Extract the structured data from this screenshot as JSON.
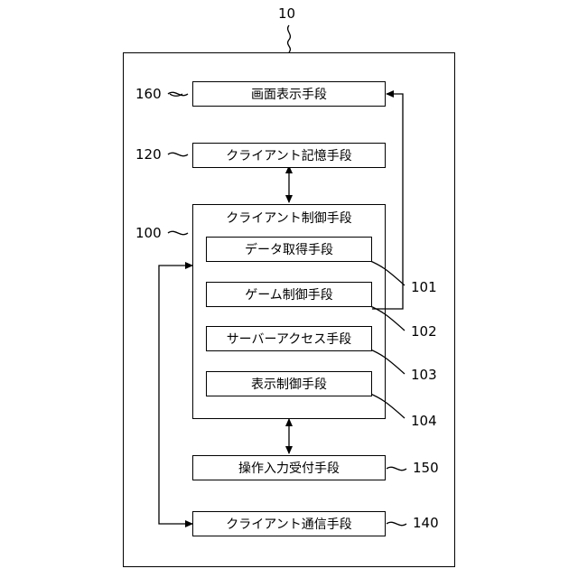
{
  "device_label": "10",
  "blocks": {
    "display": {
      "ref": "160",
      "label": "画面表示手段"
    },
    "storage": {
      "ref": "120",
      "label": "クライアント記憶手段"
    },
    "control": {
      "ref": "100",
      "label": "クライアント制御手段",
      "sub": [
        {
          "ref": "101",
          "label": "データ取得手段"
        },
        {
          "ref": "102",
          "label": "ゲーム制御手段"
        },
        {
          "ref": "103",
          "label": "サーバーアクセス手段"
        },
        {
          "ref": "104",
          "label": "表示制御手段"
        }
      ]
    },
    "input": {
      "ref": "150",
      "label": "操作入力受付手段"
    },
    "comm": {
      "ref": "140",
      "label": "クライアント通信手段"
    }
  }
}
